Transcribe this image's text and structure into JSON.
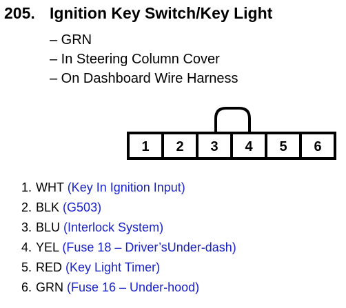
{
  "title": {
    "number": "205.",
    "text": "Ignition Key Switch/Key Light"
  },
  "attributes": [
    "– GRN",
    "– In Steering Column Cover",
    "– On Dashboard Wire Harness"
  ],
  "connector": {
    "pins": [
      "1",
      "2",
      "3",
      "4",
      "5",
      "6"
    ],
    "jumper_between": [
      "3",
      "4"
    ]
  },
  "pin_list": [
    {
      "index": "1.",
      "wire": "WHT",
      "description": "(Key In Ignition Input)"
    },
    {
      "index": "2.",
      "wire": "BLK",
      "description": "(G503)"
    },
    {
      "index": "3.",
      "wire": "BLU",
      "description": "(Interlock System)"
    },
    {
      "index": "4.",
      "wire": "YEL",
      "description": "(Fuse 18 – Driver’sUnder-dash)"
    },
    {
      "index": "5.",
      "wire": "RED",
      "description": "(Key Light Timer)"
    },
    {
      "index": "6.",
      "wire": "GRN",
      "description": "(Fuse 16 – Under-hood)"
    }
  ],
  "colors": {
    "text": "#000000",
    "description": "#1a23c8"
  }
}
